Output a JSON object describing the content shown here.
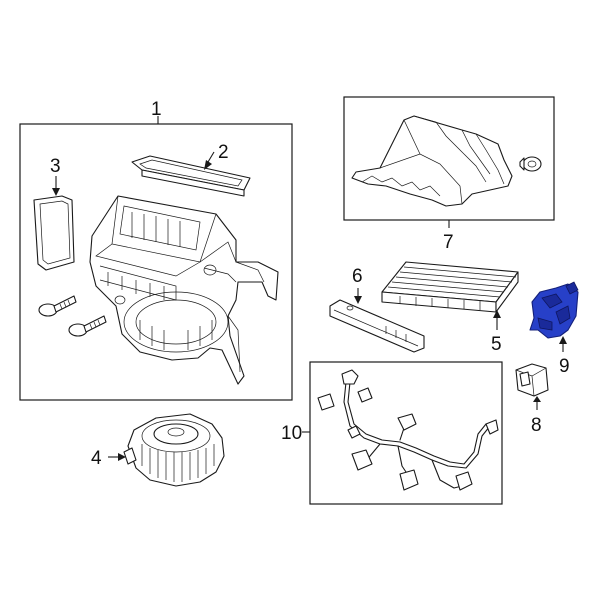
{
  "diagram": {
    "highlight_color": "#2740c8",
    "line_color": "#1a1a1a",
    "callouts": [
      {
        "id": "1",
        "label": "1"
      },
      {
        "id": "2",
        "label": "2"
      },
      {
        "id": "3",
        "label": "3"
      },
      {
        "id": "4",
        "label": "4"
      },
      {
        "id": "5",
        "label": "5"
      },
      {
        "id": "6",
        "label": "6"
      },
      {
        "id": "7",
        "label": "7"
      },
      {
        "id": "8",
        "label": "8"
      },
      {
        "id": "9",
        "label": "9",
        "highlighted": true
      },
      {
        "id": "10",
        "label": "10"
      }
    ]
  }
}
